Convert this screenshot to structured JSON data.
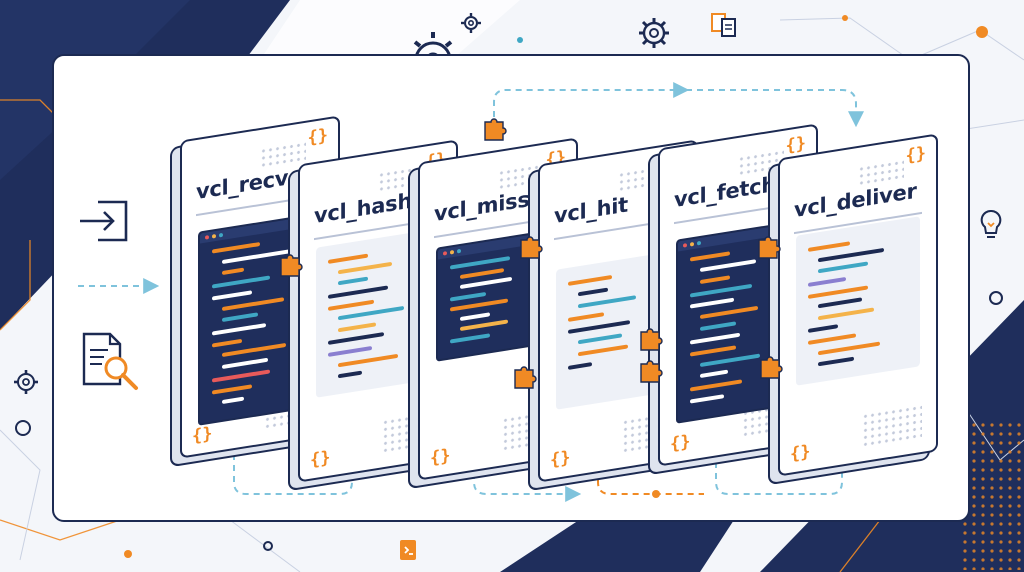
{
  "stages": [
    {
      "id": "recv",
      "title": "vcl_recv",
      "panel": "dark",
      "code": [
        [
          "#f08a24",
          48
        ],
        [
          "#ffffff",
          70
        ],
        [
          "#f08a24",
          22
        ],
        [
          "#3fa7c4",
          58
        ],
        [
          "#ffffff",
          40
        ],
        [
          "#f08a24",
          62
        ],
        [
          "#3fa7c4",
          36
        ],
        [
          "#ffffff",
          54
        ],
        [
          "#f08a24",
          30
        ],
        [
          "#f08a24",
          64
        ],
        [
          "#ffffff",
          46
        ],
        [
          "#e85a5a",
          58
        ],
        [
          "#f08a24",
          40
        ],
        [
          "#ffffff",
          22
        ]
      ]
    },
    {
      "id": "hash",
      "title": "vcl_hash",
      "panel": "light",
      "code": [
        [
          "#f08a24",
          40
        ],
        [
          "#f4b34a",
          54
        ],
        [
          "#3fa7c4",
          30
        ],
        [
          "#1c2a52",
          60
        ],
        [
          "#f08a24",
          46
        ],
        [
          "#3fa7c4",
          66
        ],
        [
          "#f4b34a",
          38
        ],
        [
          "#1c2a52",
          56
        ],
        [
          "#8a7fd0",
          44
        ],
        [
          "#f08a24",
          60
        ],
        [
          "#1c2a52",
          24
        ]
      ]
    },
    {
      "id": "miss",
      "title": "vcl_miss",
      "panel": "dark",
      "code": [
        [
          "#3fa7c4",
          60
        ],
        [
          "#f08a24",
          44
        ],
        [
          "#ffffff",
          52
        ],
        [
          "#3fa7c4",
          36
        ],
        [
          "#f08a24",
          58
        ],
        [
          "#ffffff",
          30
        ],
        [
          "#f4b34a",
          48
        ],
        [
          "#3fa7c4",
          40
        ]
      ]
    },
    {
      "id": "hit",
      "title": "vcl_hit",
      "panel": "light",
      "code": [
        [
          "#f08a24",
          44
        ],
        [
          "#1c2a52",
          30
        ],
        [
          "#3fa7c4",
          58
        ],
        [
          "#f08a24",
          36
        ],
        [
          "#1c2a52",
          62
        ],
        [
          "#3fa7c4",
          44
        ],
        [
          "#f08a24",
          50
        ],
        [
          "#1c2a52",
          24
        ]
      ]
    },
    {
      "id": "fetch",
      "title": "vcl_fetch",
      "panel": "dark",
      "code": [
        [
          "#f08a24",
          40
        ],
        [
          "#ffffff",
          56
        ],
        [
          "#f08a24",
          30
        ],
        [
          "#3fa7c4",
          62
        ],
        [
          "#ffffff",
          44
        ],
        [
          "#f08a24",
          58
        ],
        [
          "#3fa7c4",
          36
        ],
        [
          "#ffffff",
          50
        ],
        [
          "#f08a24",
          46
        ],
        [
          "#3fa7c4",
          60
        ],
        [
          "#ffffff",
          28
        ],
        [
          "#f08a24",
          52
        ],
        [
          "#ffffff",
          34
        ]
      ]
    },
    {
      "id": "deliver",
      "title": "vcl_deliver",
      "panel": "light",
      "code": [
        [
          "#f08a24",
          42
        ],
        [
          "#1c2a52",
          66
        ],
        [
          "#3fa7c4",
          50
        ],
        [
          "#8a7fd0",
          38
        ],
        [
          "#f08a24",
          60
        ],
        [
          "#1c2a52",
          44
        ],
        [
          "#f4b34a",
          56
        ],
        [
          "#1c2a52",
          30
        ],
        [
          "#f08a24",
          48
        ],
        [
          "#f08a24",
          62
        ],
        [
          "#1c2a52",
          36
        ]
      ]
    }
  ],
  "brace_glyph": "{}",
  "colors": {
    "navy": "#1c2a52",
    "orange": "#f08a24",
    "teal": "#3fa7c4",
    "flow": "#7fc3dc"
  },
  "icons": [
    "enter-icon",
    "document-search-icon",
    "gear-icon",
    "lightbulb-icon",
    "puzzle-connector-icon"
  ]
}
